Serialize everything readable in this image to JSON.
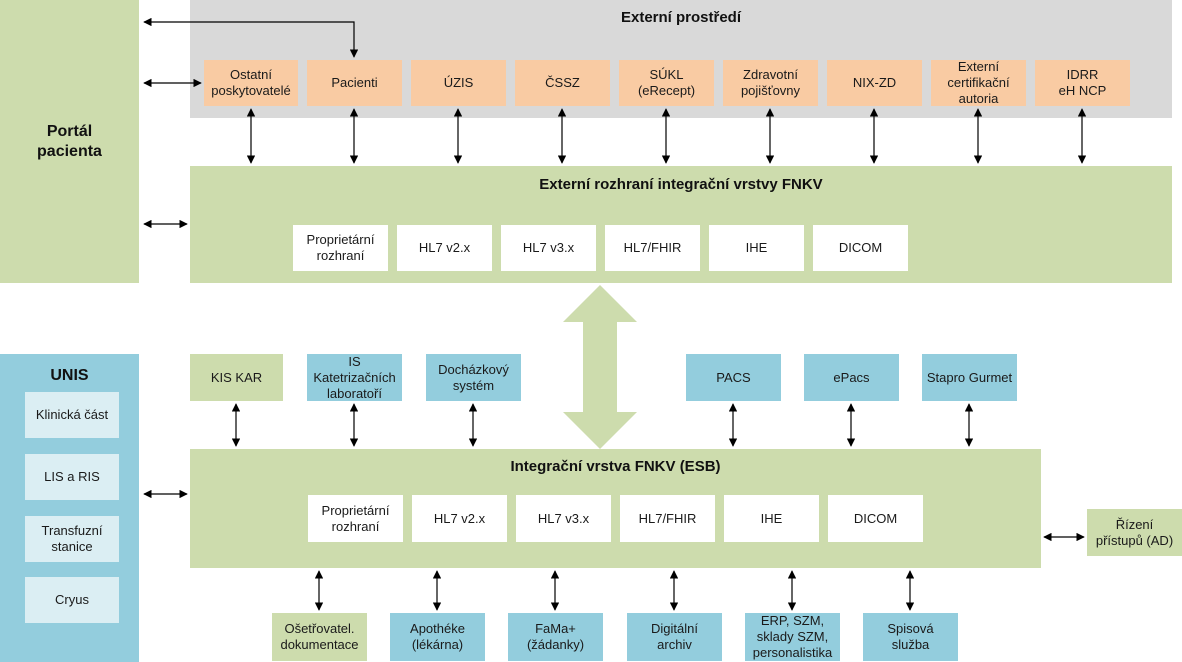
{
  "portal": {
    "label": "Portál\npacienta"
  },
  "external": {
    "title": "Externí prostředí",
    "items": [
      "Ostatní\nposkytovatelé",
      "Pacienti",
      "ÚZIS",
      "ČSSZ",
      "SÚKL\n(eRecept)",
      "Zdravotní\npojišťovny",
      "NIX-ZD",
      "Externí\ncertifikační\nautoria",
      "IDRR\neH NCP"
    ]
  },
  "ext_interface": {
    "title": "Externí rozhraní integrační vrstvy FNKV",
    "items": [
      "Proprietární\nrozhraní",
      "HL7 v2.x",
      "HL7 v3.x",
      "HL7/FHIR",
      "IHE",
      "DICOM"
    ]
  },
  "unis": {
    "title": "UNIS",
    "items": [
      "Klinická část",
      "LIS a RIS",
      "Transfuzní\nstanice",
      "Cryus"
    ]
  },
  "systems_top": [
    "KIS KAR",
    "IS\nKatetrizačních\nlaboratoří",
    "Docházkový\nsystém",
    "PACS",
    "ePacs",
    "Stapro Gurmet"
  ],
  "esb": {
    "title": "Integrační vrstva FNKV (ESB)",
    "items": [
      "Proprietární\nrozhraní",
      "HL7 v2.x",
      "HL7 v3.x",
      "HL7/FHIR",
      "IHE",
      "DICOM"
    ]
  },
  "access": {
    "label": "Řízení\npřístupů (AD)"
  },
  "systems_bottom": [
    "Ošetřovatel.\ndokumentace",
    "Apothéke\n(lékárna)",
    "FaMa+\n(žádanky)",
    "Digitální\narchiv",
    "ERP, SZM,\nsklady SZM,\npersonalistika",
    "Spisová\nslužba"
  ],
  "colors": {
    "green": "#cddcad",
    "grey": "#d9d9d9",
    "orange": "#f9cba3",
    "blue": "#93cddd",
    "lightblue": "#dbeef3"
  }
}
